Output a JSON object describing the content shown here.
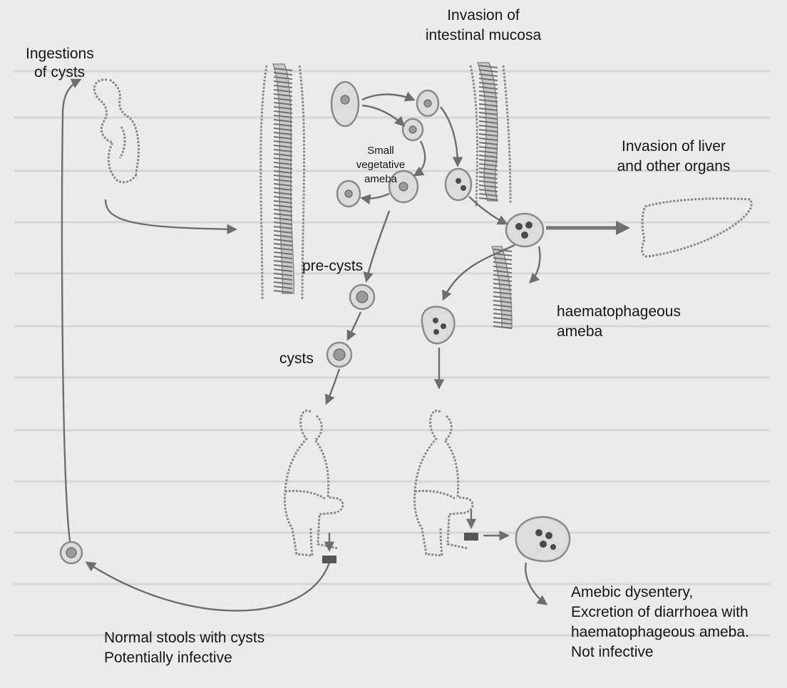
{
  "labels": {
    "ingestion_line1": "Ingestions",
    "ingestion_line2": "of cysts",
    "invasion_mucosa_line1": "Invasion of",
    "invasion_mucosa_line2": "intestinal mucosa",
    "small_veg_line1": "Small",
    "small_veg_line2": "vegetative",
    "small_veg_line3": "ameba",
    "invasion_liver_line1": "Invasion of liver",
    "invasion_liver_line2": "and other organs",
    "pre_cysts": "pre-cysts",
    "cysts": "cysts",
    "haemato_line1": "haematophageous",
    "haemato_line2": "ameba",
    "normal_stools_line1": "Normal stools with cysts",
    "normal_stools_line2": "Potentially infective",
    "dysentery_line1": "Amebic dysentery,",
    "dysentery_line2": "Excretion of diarrhoea with",
    "dysentery_line3": "haematophageous ameba.",
    "dysentery_line4": "Not infective"
  },
  "colors": {
    "background": "#ebebeb",
    "text": "#161616",
    "arrow": "#777777",
    "cell_fill": "#dcdcdc"
  }
}
